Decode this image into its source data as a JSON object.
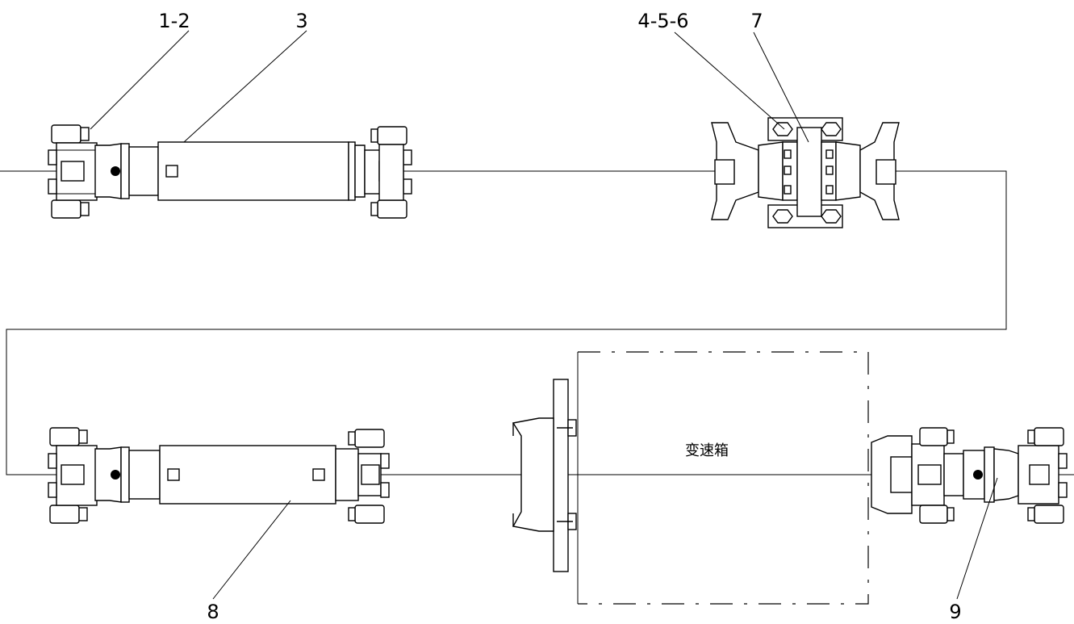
{
  "callouts": {
    "c1": "1-2",
    "c2": "3",
    "c3": "4-5-6",
    "c4": "7",
    "c5": "8",
    "c6": "9"
  },
  "gearbox_label": "变速箱",
  "icons": {
    "yoke": "universal-joint-yoke-icon",
    "bolt": "hex-bolt-icon",
    "bearing": "center-bearing-icon"
  }
}
